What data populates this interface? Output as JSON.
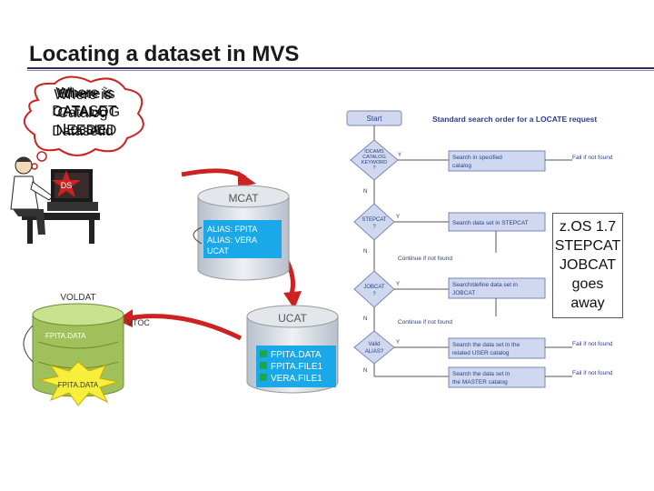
{
  "title": "Locating a dataset in MVS",
  "thought_bubble": {
    "layer_a": [
      "Where is",
      "DATASET",
      "Locate"
    ],
    "layer_b": [
      "Where is",
      "CATALOG",
      "NEEDED"
    ],
    "layer_c": [
      "Where is",
      "Catalog",
      "Datasetid"
    ],
    "ds_label": "DS"
  },
  "mcat": {
    "label": "MCAT",
    "aliases": [
      "ALIAS: FPITA",
      "ALIAS: VERA",
      "UCAT"
    ]
  },
  "ucat": {
    "label": "UCAT",
    "entries": [
      "FPITA.DATA",
      "FPITA.FILE1",
      "VERA.FILE1"
    ]
  },
  "voldat": {
    "label": "VOLDAT",
    "vtoc": "VTOC",
    "inner": "FPITA.DATA",
    "burst": "FPITA.DATA"
  },
  "flowchart": {
    "header": "Standard search order for a LOCATE request",
    "start": "Start",
    "decisions": [
      {
        "text": [
          "IDCAMS",
          "CATALOG",
          "KEYWORD",
          "?"
        ]
      },
      {
        "text": [
          "STEPCAT",
          "?"
        ]
      },
      {
        "text": [
          "JOBCAT",
          "?"
        ]
      },
      {
        "text": [
          "Valid",
          "ALIAS?"
        ]
      },
      {
        "text": []
      }
    ],
    "actions": [
      [
        "Search in specified",
        "catalog"
      ],
      [
        "Search data set in STEPCAT"
      ],
      [
        "Search/define data set in",
        "JOBCAT"
      ],
      [
        "Search the data set in the",
        "related USER catalog"
      ],
      [
        "Search the data set in",
        "the MASTER catalog"
      ]
    ],
    "y_label": "Y",
    "n_label": "N",
    "fail_labels": [
      "Fail if not found",
      "Fail if not found",
      "Fail if not found"
    ],
    "continue_labels": [
      "Continue if not found",
      "Continue if not found"
    ]
  },
  "note": [
    "z.OS 1.7",
    "STEPCAT",
    "JOBCAT",
    "goes",
    "away"
  ],
  "colors": {
    "flow_fill": "#cfd8ee",
    "flow_border": "#7a86b8",
    "text_blue": "#2c3e8c",
    "green": "#1aa84a",
    "red": "#cc2222"
  }
}
